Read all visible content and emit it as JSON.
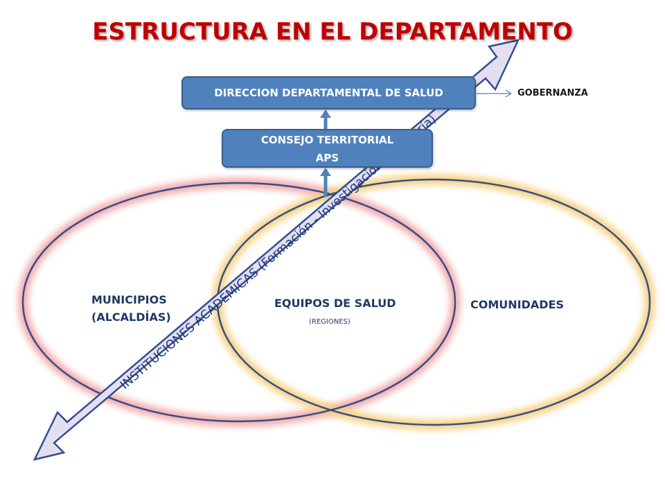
{
  "title": "ESTRUCTURA EN EL DEPARTAMENTO",
  "nodes": {
    "direccion": "DIRECCION DEPARTAMENTAL DE SALUD",
    "consejo_line1": "CONSEJO TERRITORIAL",
    "consejo_line2": "APS",
    "gobernanza": "GOBERNANZA"
  },
  "circles": {
    "municipios_line1": "MUNICIPIOS",
    "municipios_line2": "(ALCALDÍAS)",
    "equipos": "EQUIPOS DE SALUD",
    "regiones": "(REGIONES)",
    "comunidades": "COMUNIDADES"
  },
  "diagonal_arrow": {
    "label": "INSTITUCIONES ACADEMICAS (Formación - Investigación -  veeduría)"
  },
  "colors": {
    "title": "#c00000",
    "box_fill": "#4f81bd",
    "box_border": "#385d8a",
    "circle_stroke": "#2f4f8f",
    "left_glow": "#f4a6a6",
    "right_glow": "#f7cf7a",
    "arrow_fill": "#e4dff0"
  }
}
